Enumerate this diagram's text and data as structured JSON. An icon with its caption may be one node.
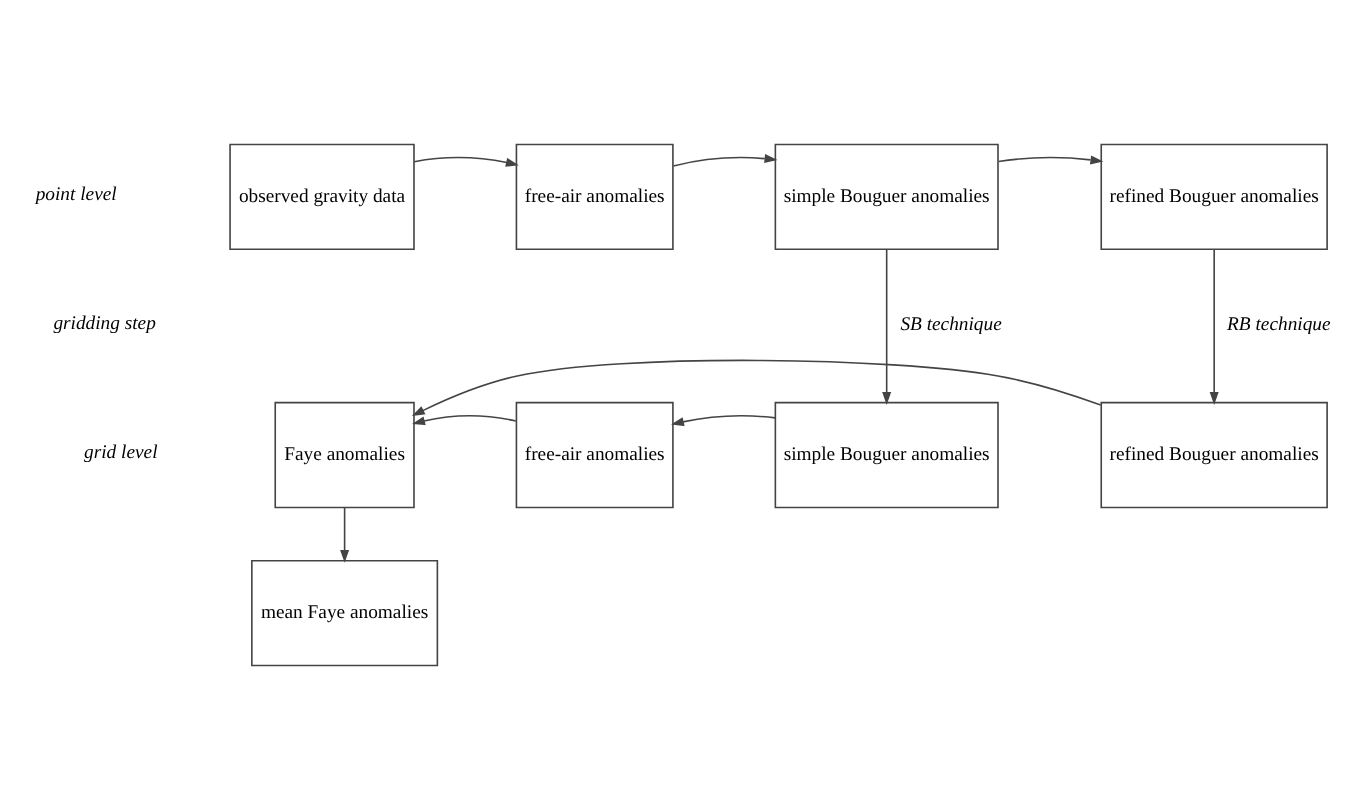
{
  "diagram": {
    "nodes": [
      {
        "text": [
          "observed gravity data"
        ]
      },
      {
        "text": [
          "free-air anomalies"
        ]
      },
      {
        "text": [
          "simple Bouguer anomalies"
        ]
      },
      {
        "text": [
          "refined Bouguer anomalies"
        ]
      },
      {
        "text": [
          "Faye anomalies"
        ]
      },
      {
        "text": [
          "free-air anomalies"
        ]
      },
      {
        "text": [
          "simple Bouguer anomalies"
        ]
      },
      {
        "text": [
          "refined Bouguer anomalies"
        ]
      },
      {
        "text": [
          "mean Faye anomalies"
        ]
      }
    ],
    "edges": [
      {
        "from": 0,
        "to": 1,
        "arrow": "to"
      },
      {
        "from": 1,
        "to": 2,
        "arrow": "to"
      },
      {
        "from": 2,
        "to": 3,
        "arrow": "to"
      },
      {
        "from": 2,
        "to": 6,
        "arrow": "to",
        "label": "SB technique"
      },
      {
        "from": 3,
        "to": 7,
        "arrow": "to",
        "label": "RB technique"
      },
      {
        "from": 6,
        "to": 5,
        "arrow": "to"
      },
      {
        "from": 5,
        "to": 4,
        "arrow": "to"
      },
      {
        "from": 7,
        "to": 4,
        "arrow": "to"
      },
      {
        "from": 4,
        "to": 8,
        "arrow": "to"
      }
    ],
    "labels": [
      "point level",
      "gridding step",
      "grid level"
    ]
  }
}
